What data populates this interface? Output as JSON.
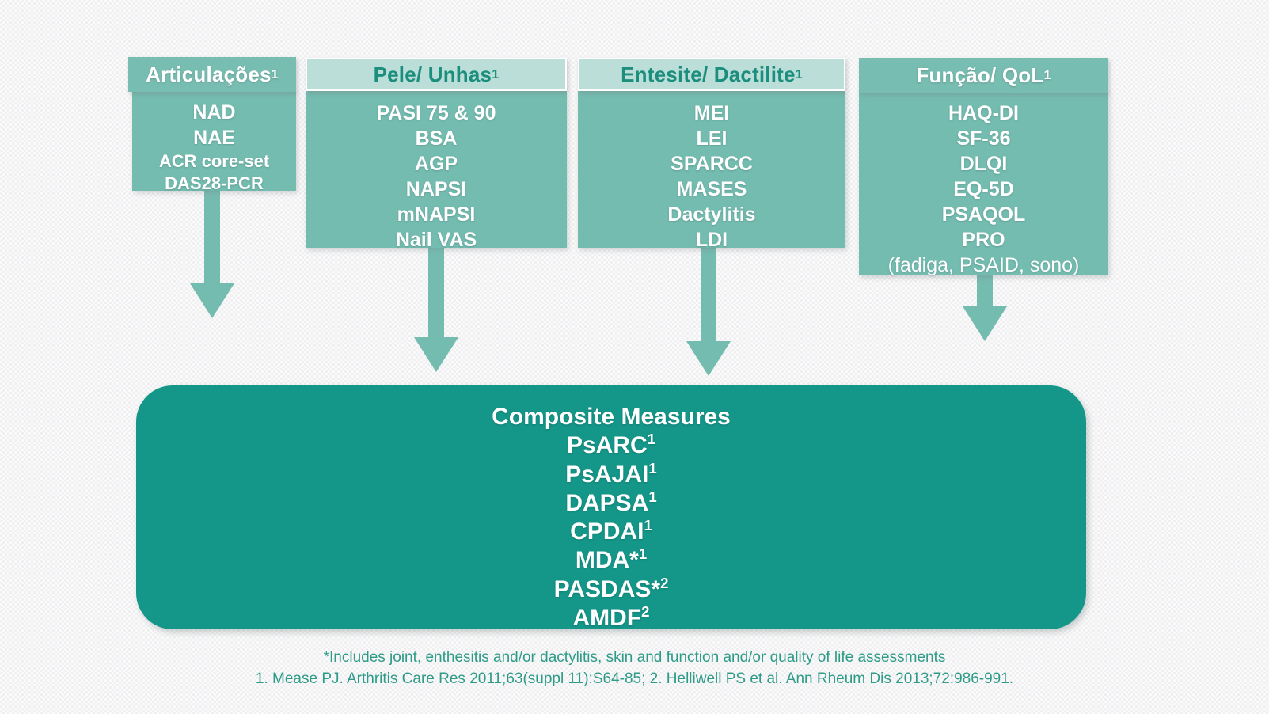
{
  "slide": {
    "background_color": "#fafafa",
    "accent_dark": "#149688",
    "accent_mid": "#74bcb0",
    "accent_light": "#bcded8",
    "header_text_light": "#1b8e7e"
  },
  "columns": [
    {
      "id": "articulacoes",
      "header": "Articulações",
      "header_sup": "1",
      "header_style": "dark",
      "items": [
        {
          "text": "NAD",
          "size": "normal"
        },
        {
          "text": "NAE",
          "size": "normal"
        },
        {
          "text": "ACR core-set",
          "size": "small"
        },
        {
          "text": "DAS28-PCR",
          "size": "small"
        }
      ]
    },
    {
      "id": "pele-unhas",
      "header": "Pele/ Unhas",
      "header_sup": "1",
      "header_style": "light",
      "items": [
        {
          "text": "PASI 75 & 90",
          "size": "normal"
        },
        {
          "text": "BSA",
          "size": "normal"
        },
        {
          "text": "AGP",
          "size": "normal"
        },
        {
          "text": "NAPSI",
          "size": "normal"
        },
        {
          "text": "mNAPSI",
          "size": "normal"
        },
        {
          "text": "Nail VAS",
          "size": "normal"
        }
      ]
    },
    {
      "id": "entesite-dactilite",
      "header": "Entesite/ Dactilite",
      "header_sup": "1",
      "header_style": "light",
      "items": [
        {
          "text": "MEI",
          "size": "normal"
        },
        {
          "text": "LEI",
          "size": "normal"
        },
        {
          "text": "SPARCC",
          "size": "normal"
        },
        {
          "text": "MASES",
          "size": "normal"
        },
        {
          "text": "Dactylitis",
          "size": "normal"
        },
        {
          "text": "LDI",
          "size": "normal"
        }
      ]
    },
    {
      "id": "funcao-qol",
      "header": "Função/ QoL",
      "header_sup": "1",
      "header_style": "dark",
      "items": [
        {
          "text": "HAQ-DI",
          "size": "normal"
        },
        {
          "text": "SF-36",
          "size": "normal"
        },
        {
          "text": "DLQI",
          "size": "normal"
        },
        {
          "text": "EQ-5D",
          "size": "normal"
        },
        {
          "text": "PSAQOL",
          "size": "normal"
        },
        {
          "text": "PRO",
          "size": "normal"
        },
        {
          "text": "(fadiga, PSAID, sono)",
          "size": "regular"
        }
      ]
    }
  ],
  "arrows": [
    {
      "id": "arrow-articulacoes",
      "from": "articulacoes"
    },
    {
      "id": "arrow-pele-unhas",
      "from": "pele-unhas"
    },
    {
      "id": "arrow-entesite-dactilite",
      "from": "entesite-dactilite"
    },
    {
      "id": "arrow-funcao-qol",
      "from": "funcao-qol"
    }
  ],
  "composite": {
    "title": "Composite Measures",
    "lines": [
      {
        "text": "PsARC",
        "sup": "1"
      },
      {
        "text": "PsAJAI",
        "sup": "1"
      },
      {
        "text": "DAPSA",
        "sup": "1"
      },
      {
        "text": "CPDAI",
        "sup": "1"
      },
      {
        "text": "MDA*",
        "sup": "1"
      },
      {
        "text": "PASDAS*",
        "sup": "2"
      },
      {
        "text": "AMDF",
        "sup": "2"
      }
    ]
  },
  "footnotes": {
    "line1": "*Includes joint, enthesitis and/or dactylitis, skin and function and/or quality of life assessments",
    "line2": "1. Mease PJ. Arthritis Care Res 2011;63(suppl 11):S64-85; 2. Helliwell PS et al. Ann Rheum Dis 2013;72:986-991."
  }
}
